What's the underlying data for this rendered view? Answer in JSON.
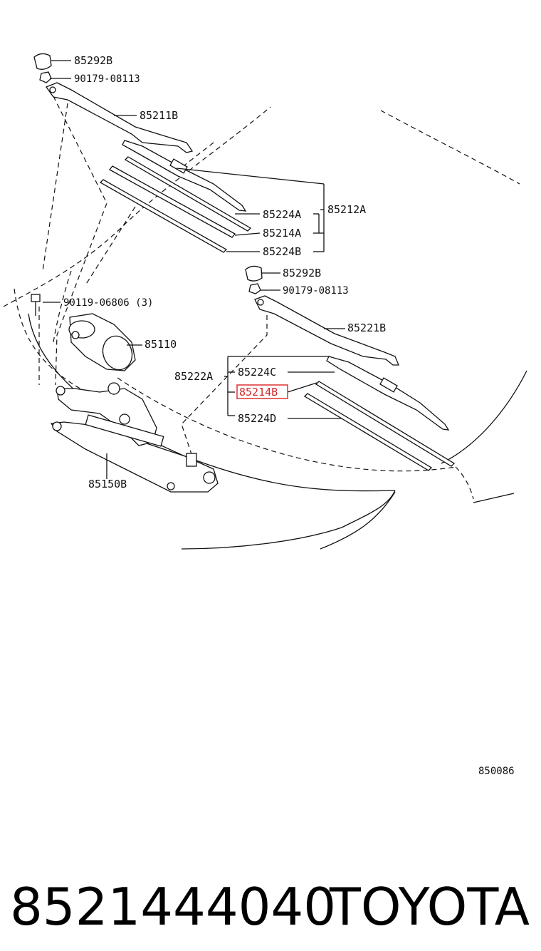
{
  "diagram": {
    "labels": {
      "cap_left": "85292B",
      "nut_left": "90179-08113",
      "arm_left": "85211B",
      "blade_left": "85212A",
      "rubber_top_left": "85224A",
      "refill_left": "85214A",
      "rubber_bottom_left": "85224B",
      "cap_right": "85292B",
      "nut_right": "90179-08113",
      "arm_right": "85221B",
      "bolt": "90119-06806 (3)",
      "motor": "85110",
      "blade_right": "85222A",
      "rubber_top_right": "85224C",
      "refill_right": "85214B",
      "rubber_bottom_right": "85224D",
      "link": "85150B"
    },
    "highlight": {
      "label": "85214B",
      "color": "#e03030"
    },
    "figure_code": "850086"
  },
  "footer": {
    "part_number": "8521444040",
    "brand": "TOYOTA"
  }
}
